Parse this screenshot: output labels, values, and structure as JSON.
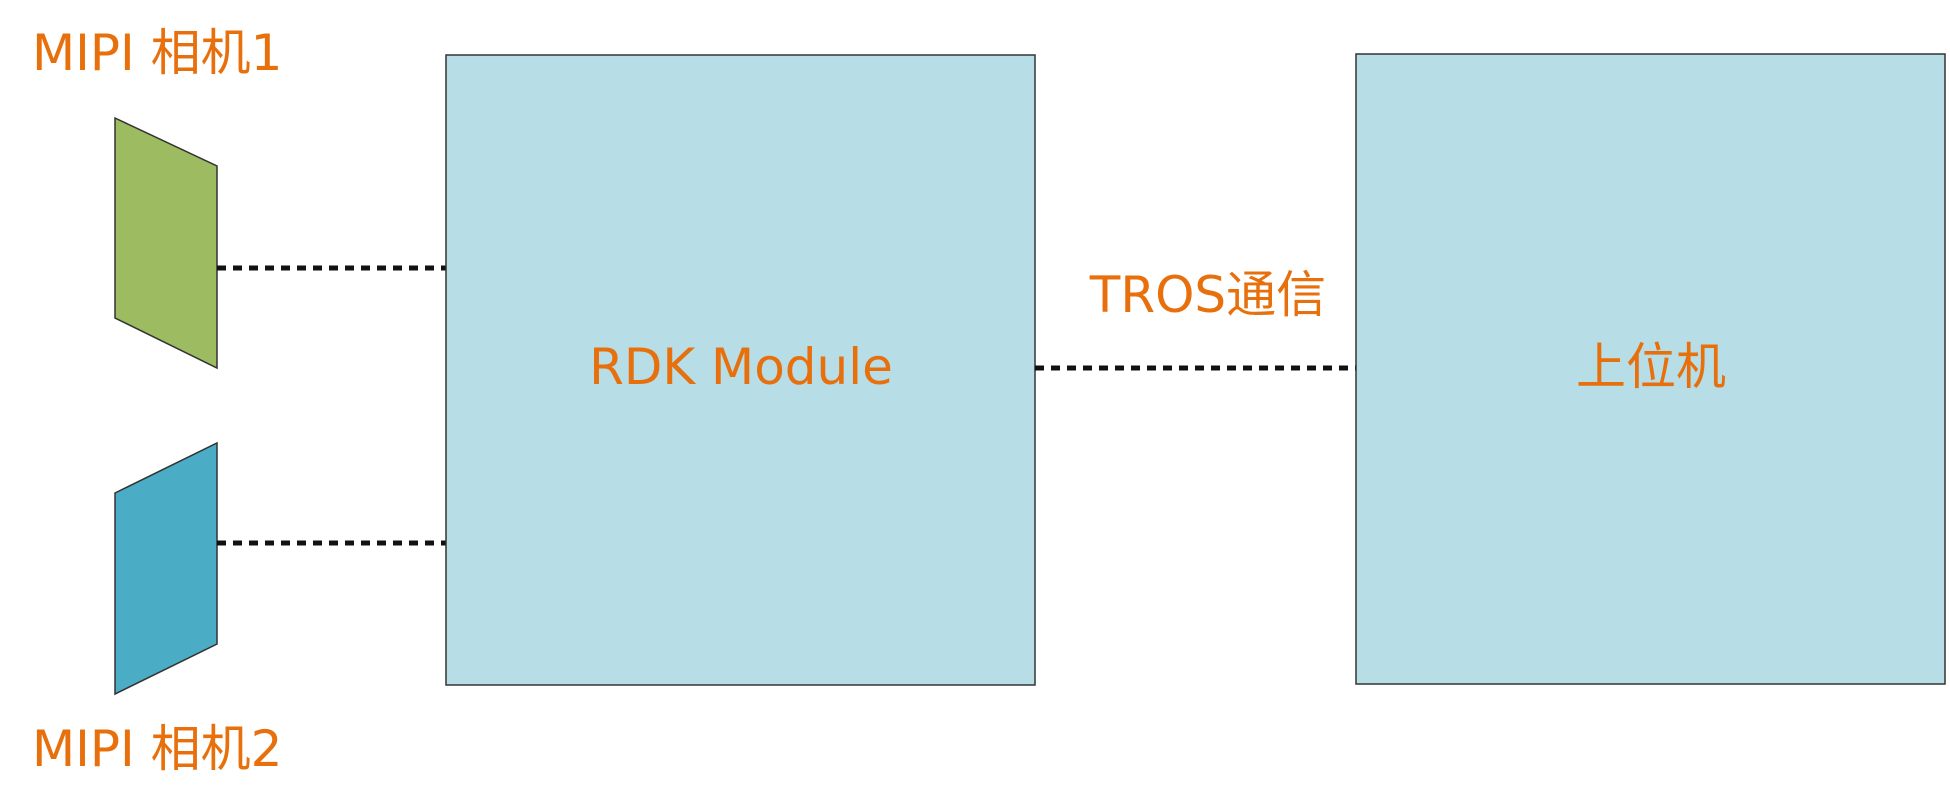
{
  "camera1": {
    "label": "MIPI 相机1",
    "color": "#9dbb61"
  },
  "camera2": {
    "label": "MIPI 相机2",
    "color": "#4bacc6"
  },
  "rdk_module": {
    "label": "RDK Module"
  },
  "host": {
    "label": "上位机"
  },
  "link": {
    "label": "TROS通信"
  },
  "colors": {
    "text": "#e8700c",
    "box_fill": "#b7dde7",
    "line": "#111111"
  }
}
